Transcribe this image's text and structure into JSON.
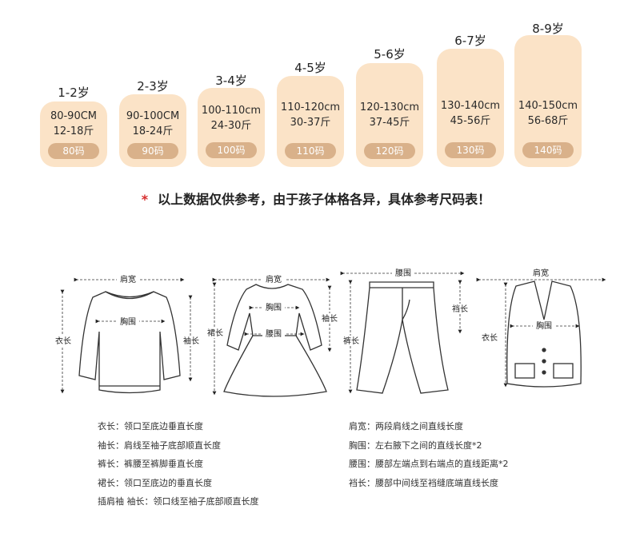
{
  "sizes": [
    {
      "age": "1-2岁",
      "height": "80-90CM",
      "weight": "12-18斤",
      "code": "80码"
    },
    {
      "age": "2-3岁",
      "height": "90-100CM",
      "weight": "18-24斤",
      "code": "90码"
    },
    {
      "age": "3-4岁",
      "height": "100-110cm",
      "weight": "24-30斤",
      "code": "100码"
    },
    {
      "age": "4-5岁",
      "height": "110-120cm",
      "weight": "30-37斤",
      "code": "110码"
    },
    {
      "age": "5-6岁",
      "height": "120-130cm",
      "weight": "37-45斤",
      "code": "120码"
    },
    {
      "age": "6-7岁",
      "height": "130-140cm",
      "weight": "45-56斤",
      "code": "130码"
    },
    {
      "age": "8-9岁",
      "height": "140-150cm",
      "weight": "56-68斤",
      "code": "140码"
    }
  ],
  "note": {
    "star": "*",
    "text": "以上数据仅供参考，由于孩子体格各异，具体参考尺码表！"
  },
  "diagram_labels": {
    "shoulder": "肩宽",
    "chest": "胸围",
    "length": "衣长",
    "sleeve": "袖长",
    "skirt_length": "裙长",
    "waist": "腰围",
    "pants_length": "裤长",
    "rise": "裆长"
  },
  "definitions": [
    {
      "term": "衣长：",
      "desc": "领口至底边垂直长度"
    },
    {
      "term": "袖长：",
      "desc": "肩线至袖子底部顺直长度"
    },
    {
      "term": "裤长：",
      "desc": "裤腰至裤脚垂直长度"
    },
    {
      "term": "裙长：",
      "desc": "领口至底边的垂直长度"
    },
    {
      "term": "插肩袖 袖长：",
      "desc": "领口线至袖子底部顺直长度"
    },
    {
      "term": "肩宽：",
      "desc": "两段肩线之间直线长度"
    },
    {
      "term": "胸围：",
      "desc": "左右腋下之间的直线长度*2"
    },
    {
      "term": "腰围：",
      "desc": "腰部左端点到右端点的直线距离*2"
    },
    {
      "term": "裆长：",
      "desc": "腰部中间线至裆缝底端直线长度"
    }
  ],
  "colors": {
    "card": "#fbe3c7",
    "pill": "#d9b18a",
    "star": "#d62b2b"
  }
}
